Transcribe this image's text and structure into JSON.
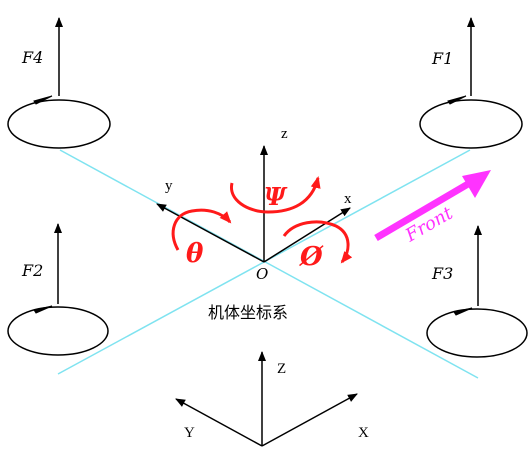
{
  "diagram": {
    "rotor_labels": {
      "f1": "F1",
      "f2": "F2",
      "f3": "F3",
      "f4": "F4"
    },
    "body_frame": {
      "axis_x": "x",
      "axis_y": "y",
      "axis_z": "z",
      "origin": "O",
      "caption": "机体坐标系"
    },
    "angles": {
      "yaw": "Ψ",
      "pitch": "θ",
      "roll": "Ø"
    },
    "front_label": "Front",
    "ground_frame": {
      "axis_x": "X",
      "axis_y": "Y",
      "axis_z": "Z"
    }
  },
  "colors": {
    "frame_arms": "#7fe3f0",
    "rotation_arrows": "#ff1a1a",
    "front_arrow": "#ff33ff",
    "ink": "#000000"
  }
}
